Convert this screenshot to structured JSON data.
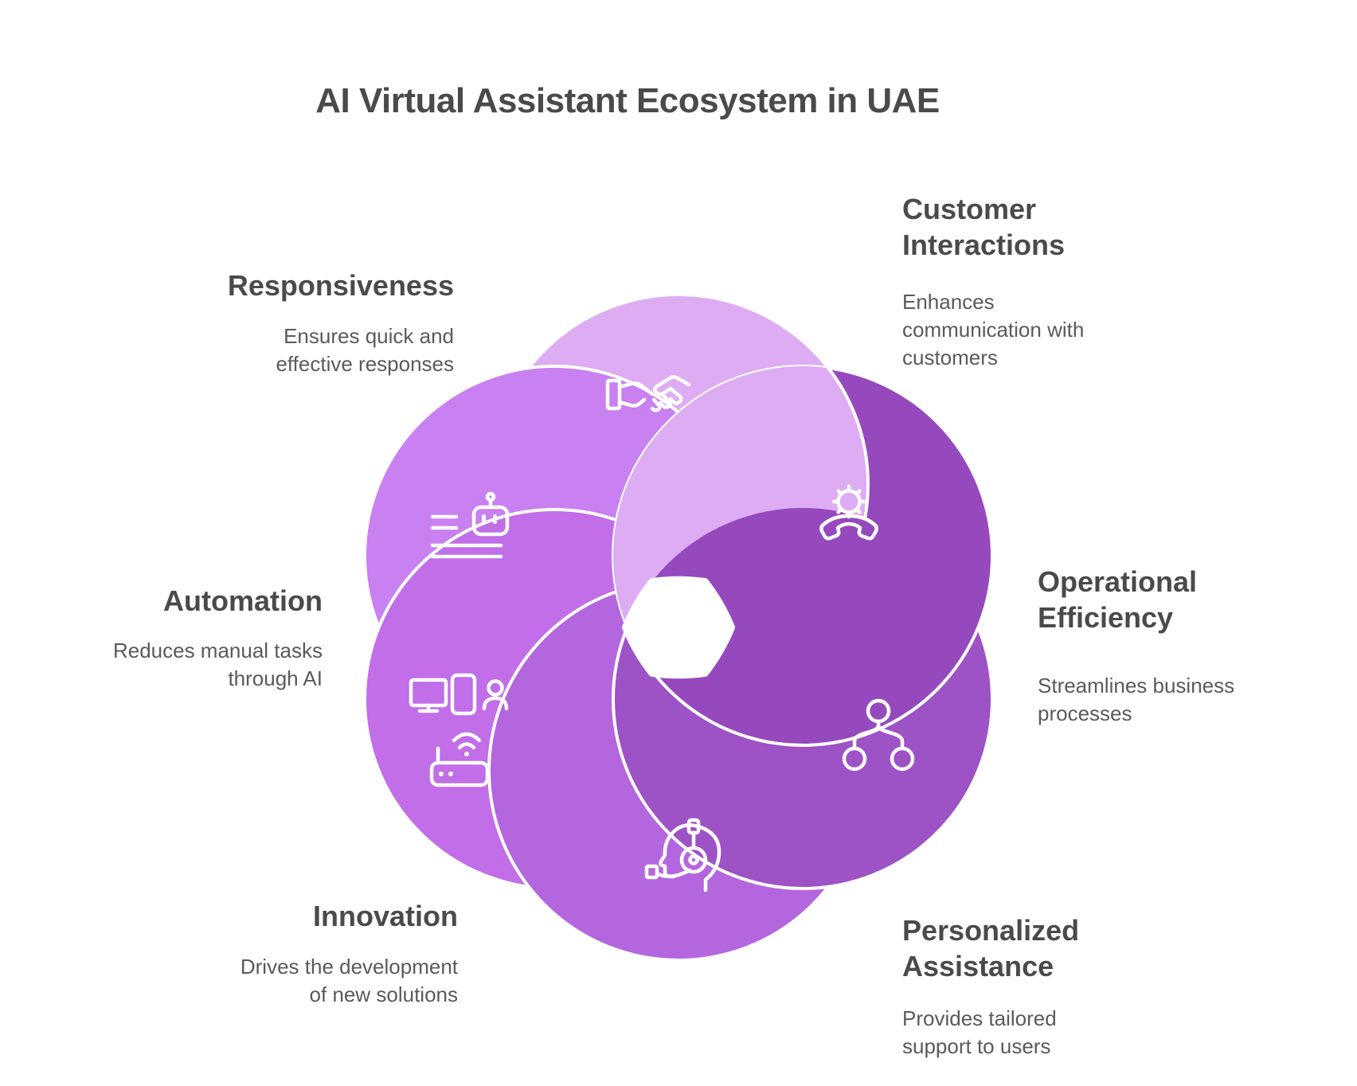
{
  "title": {
    "text": "AI Virtual Assistant Ecosystem in UAE"
  },
  "colors": {
    "background": "#FFFFFF",
    "heading_text": "#4A4A4A",
    "body_text": "#5A5A5A",
    "divider_stroke": "#FFFFFF"
  },
  "petals": [
    {
      "id": "responsiveness",
      "label": "Responsiveness",
      "description": "Ensures quick and\neffective responses",
      "color": "#DDACF3",
      "icon": "handshake-icon"
    },
    {
      "id": "customer-interactions",
      "label": "Customer\nInteractions",
      "description": "Enhances\ncommunication with\ncustomers",
      "color": "#9649BD",
      "icon": "gear-handset-icon"
    },
    {
      "id": "operational-efficiency",
      "label": "Operational\nEfficiency",
      "description": "Streamlines business\nprocesses",
      "color": "#9D52C6",
      "icon": "network-nodes-icon"
    },
    {
      "id": "personalized-assistance",
      "label": "Personalized\nAssistance",
      "description": "Provides tailored\nsupport to users",
      "color": "#B466DE",
      "icon": "support-agent-icon"
    },
    {
      "id": "innovation",
      "label": "Innovation",
      "description": "Drives the development\nof new solutions",
      "color": "#C16EE8",
      "icon": "devices-icon"
    },
    {
      "id": "automation",
      "label": "Automation",
      "description": "Reduces manual tasks\nthrough AI",
      "color": "#C980F1",
      "icon": "chatbot-icon"
    }
  ]
}
